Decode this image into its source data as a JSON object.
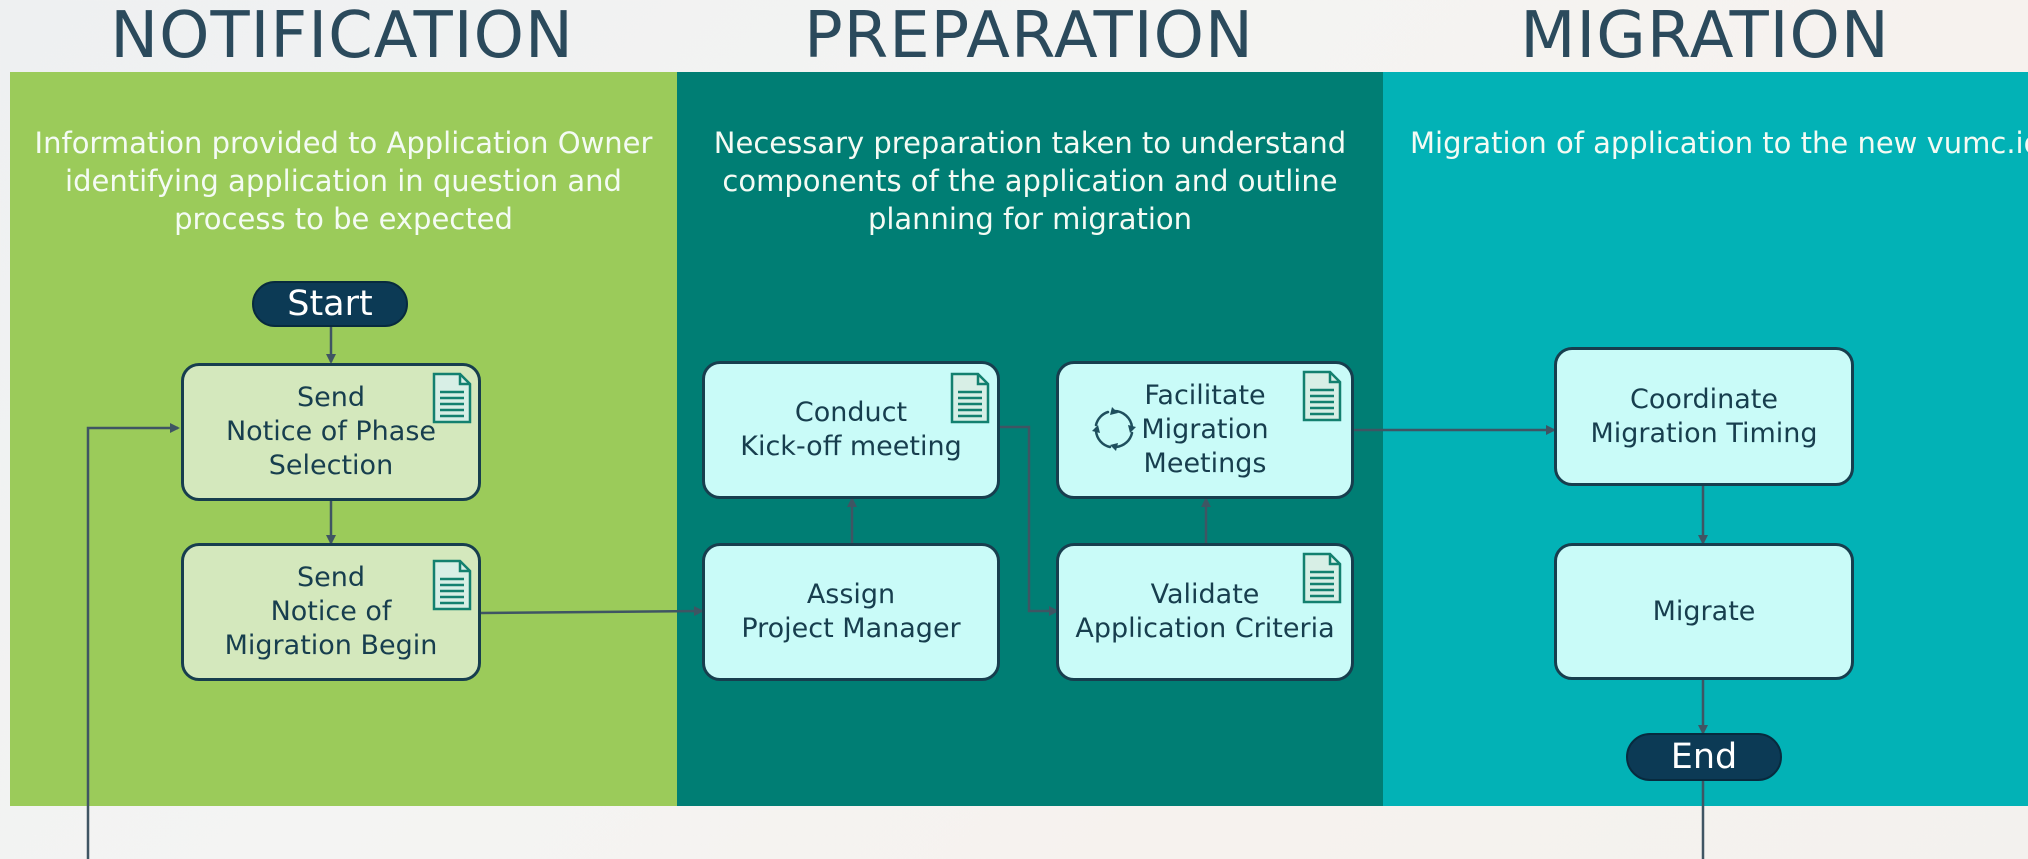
{
  "phases": [
    {
      "title": "NOTIFICATION",
      "description": "Information provided to Application Owner\nidentifying application in question and\nprocess to be expected",
      "color": "#9bcb5a"
    },
    {
      "title": "PREPARATION",
      "description": "Necessary preparation taken to understand\ncomponents of the application and outline\nplanning for migration",
      "color": "#007e74"
    },
    {
      "title": "MIGRATION",
      "description": "Migration of application to the new vumc.io",
      "color": "#02b2b6"
    }
  ],
  "nodes": {
    "start": "Start",
    "send_phase_selection": "Send\nNotice of Phase\nSelection",
    "send_migration_begin": "Send\nNotice of\nMigration Begin",
    "conduct_kickoff": "Conduct\nKick-off meeting",
    "assign_pm": "Assign\nProject Manager",
    "facilitate_meetings": "Facilitate\nMigration\nMeetings",
    "validate_criteria": "Validate\nApplication Criteria",
    "coordinate_timing": "Coordinate\nMigration Timing",
    "migrate": "Migrate",
    "end": "End"
  },
  "icons": {
    "document": "document-icon",
    "cycle": "refresh-cycle-icon"
  },
  "colors": {
    "node_border": "#173e4e",
    "connector": "#3f5563",
    "terminal": "#0c3a55"
  }
}
